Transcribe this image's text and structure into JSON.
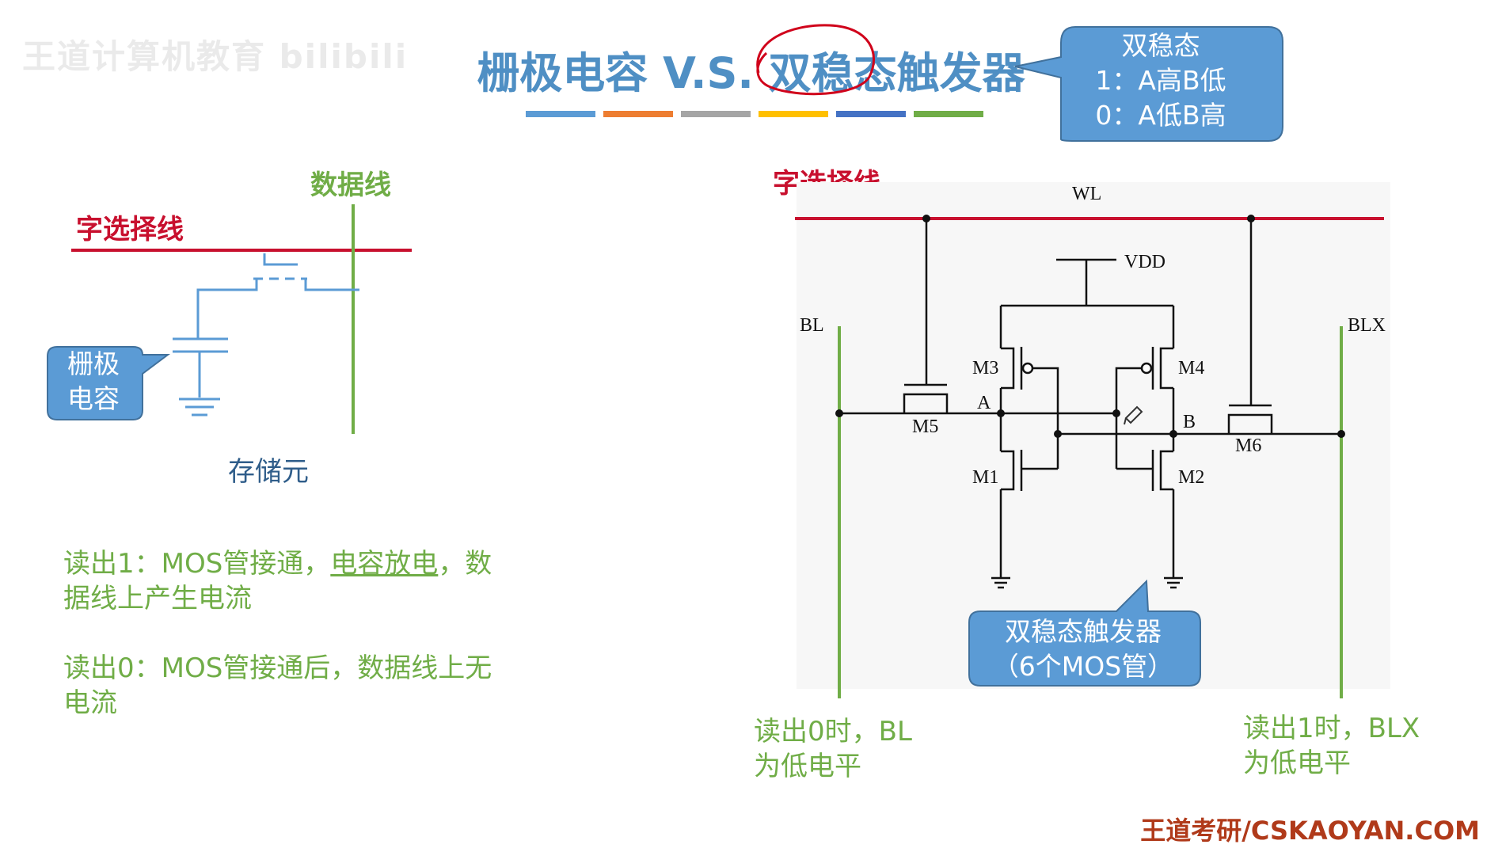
{
  "watermark": "王道计算机教育 bilibili",
  "title": {
    "part1": "栅极电容 V.S. ",
    "part2": "双稳态",
    "part3": "触发器"
  },
  "color_bars": [
    "#5b9bd5",
    "#ed7d31",
    "#a5a5a5",
    "#ffc000",
    "#4472c4",
    "#70ad47"
  ],
  "callout_top": {
    "line1": "双稳态",
    "line2": "1：A高B低",
    "line3": "0：A低B高"
  },
  "left_diagram": {
    "word_select_label": "字选择线",
    "data_line_label": "数据线",
    "capacitor_callout_line1": "栅极",
    "capacitor_callout_line2": "电容",
    "storage_cell_label": "存储元"
  },
  "left_notes": {
    "read1_prefix": "读出1：MOS管接通，",
    "read1_underlined": "电容放电",
    "read1_suffix": "，数据线上产生电流",
    "read0": "读出0：MOS管接通后，数据线上无电流"
  },
  "right_diagram": {
    "word_select_label": "字选择线",
    "wl": "WL",
    "vdd": "VDD",
    "bl": "BL",
    "blx": "BLX",
    "m1": "M1",
    "m2": "M2",
    "m3": "M3",
    "m4": "M4",
    "m5": "M5",
    "m6": "M6",
    "node_a": "A",
    "node_b": "B",
    "callout_line1": "双稳态触发器",
    "callout_line2": "（6个MOS管）",
    "bl_note_line1": "读出0时，BL",
    "bl_note_line2": "为低电平",
    "blx_note_line1": "读出1时，BLX",
    "blx_note_line2": "为低电平"
  },
  "footer": {
    "brand": "王道考研/CSKAOYAN.COM"
  }
}
